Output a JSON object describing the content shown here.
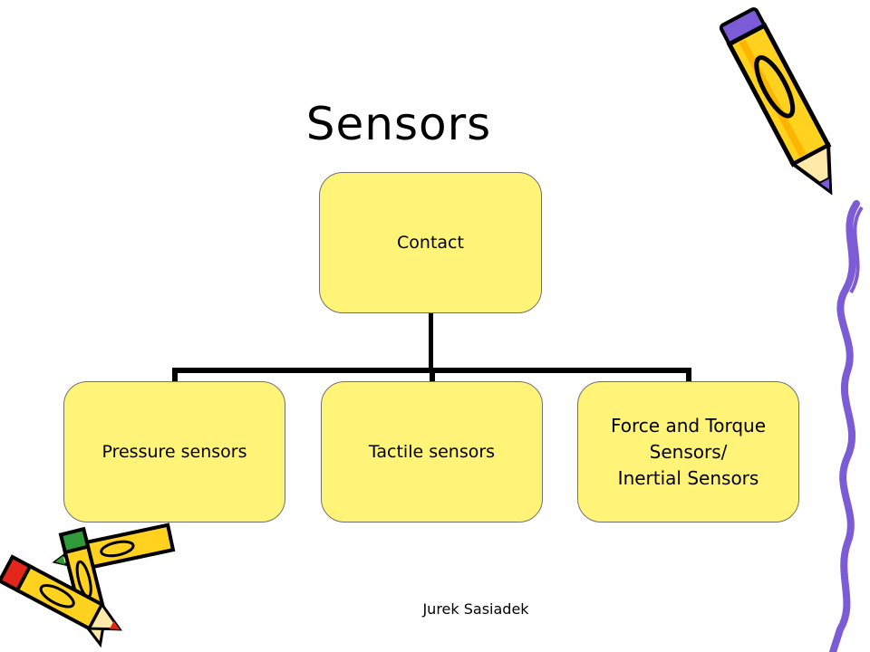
{
  "slide": {
    "title": "Sensors",
    "footer": "Jurek Sasiadek"
  },
  "tree": {
    "root": "Contact",
    "children": [
      "Pressure sensors",
      "Tactile sensors",
      "Force and Torque\nSensors/\nInertial Sensors"
    ]
  },
  "colors": {
    "node_fill": "#fff477",
    "connector": "#000000",
    "pencil_yellow": "#ffd21f",
    "pencil_purple": "#7b5cd6",
    "pencil_red": "#e3261c",
    "pencil_green": "#2f9a3a",
    "border_purple": "#7b5cd6"
  },
  "decorations": [
    "pencil-icon-top-right",
    "pencils-icon-bottom-left",
    "wavy-border-right"
  ]
}
